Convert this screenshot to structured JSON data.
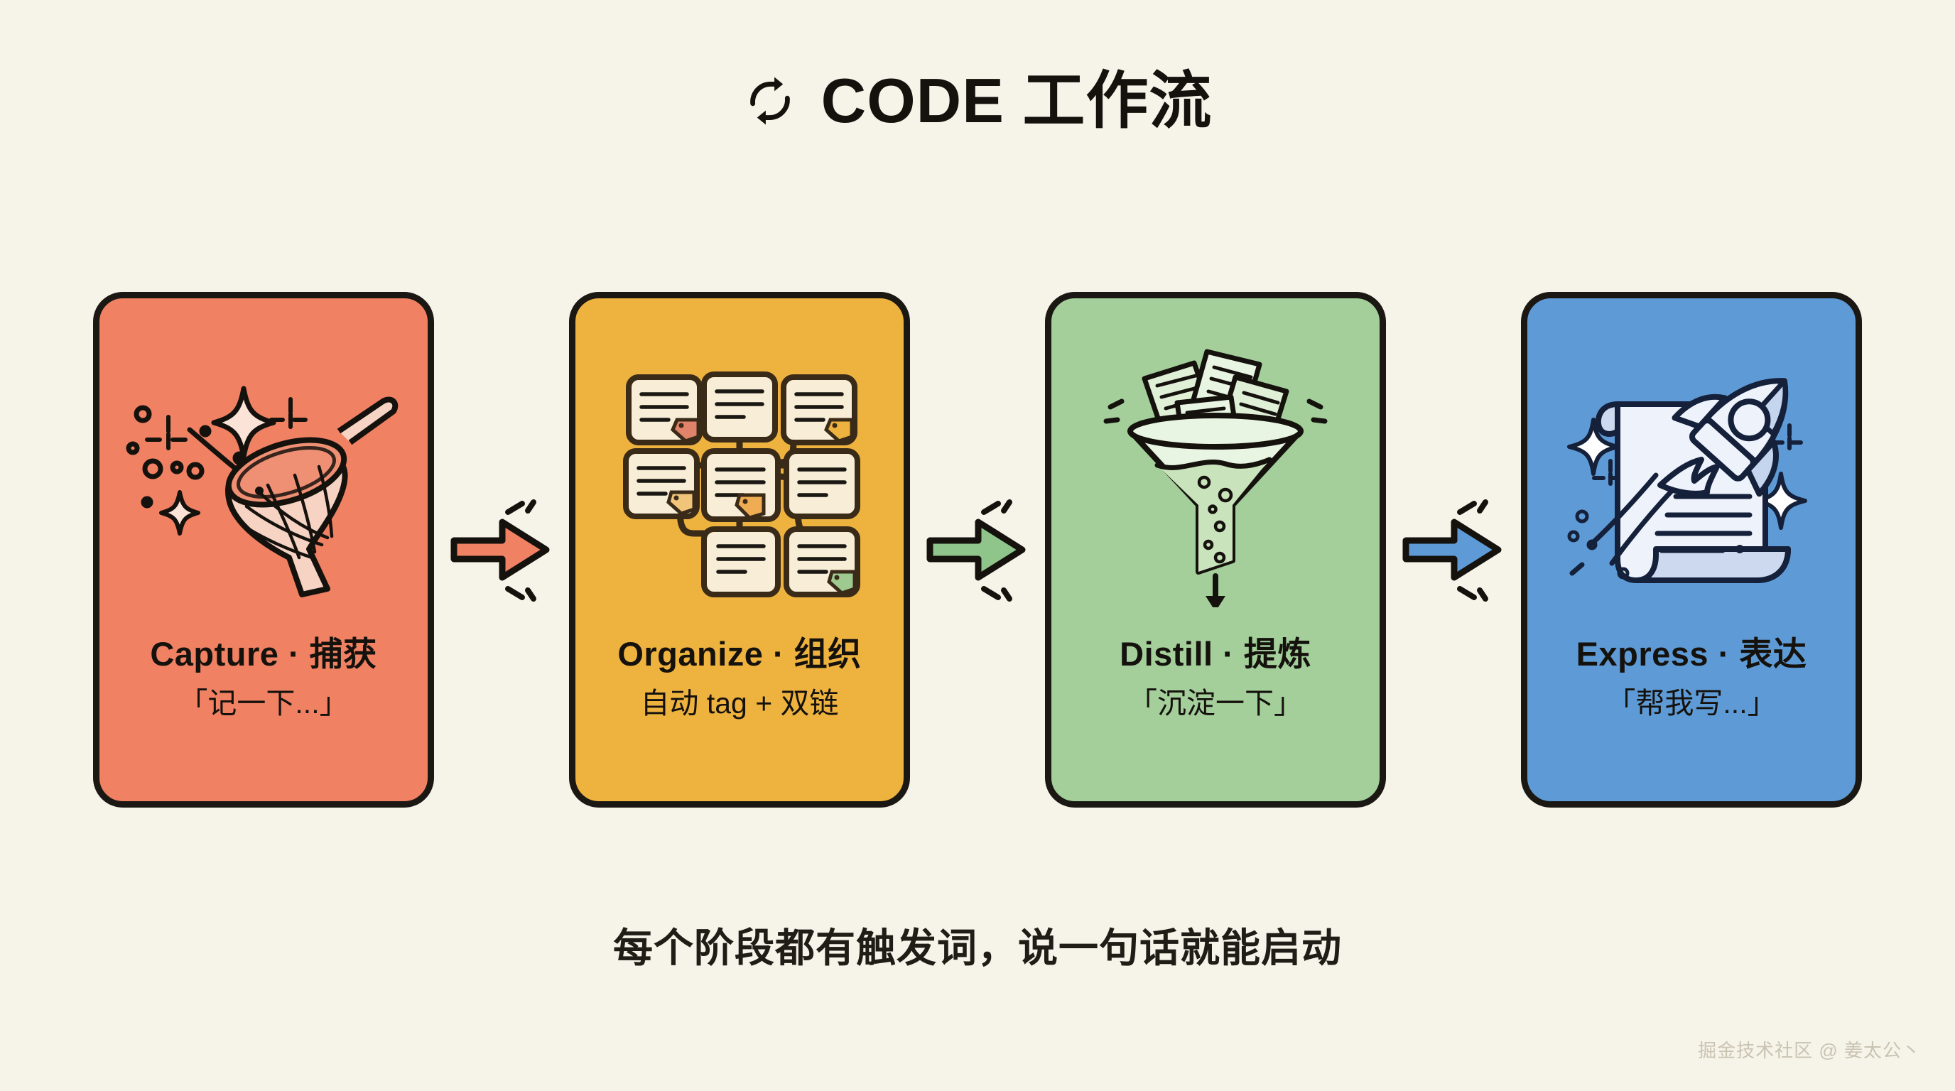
{
  "background_color": "#f6f3e9",
  "header": {
    "icon": "refresh-cycle-icon",
    "title": "CODE 工作流"
  },
  "stages": [
    {
      "id": "capture",
      "title": "Capture · 捕获",
      "subtitle": "「记一下...」",
      "color": "#f08163",
      "icon": "butterfly-net-sparkles-icon"
    },
    {
      "id": "organize",
      "title": "Organize · 组织",
      "subtitle": "自动 tag + 双链",
      "color": "#eeb23f",
      "icon": "linked-notes-network-icon"
    },
    {
      "id": "distill",
      "title": "Distill · 提炼",
      "subtitle": "「沉淀一下」",
      "color": "#a4cf9b",
      "icon": "funnel-diamond-icon"
    },
    {
      "id": "express",
      "title": "Express · 表达",
      "subtitle": "「帮我写...」",
      "color": "#5e9bd6",
      "icon": "rocket-scroll-icon"
    }
  ],
  "arrows": [
    {
      "id": "arrow-capture-to-organize",
      "color": "#f08163",
      "icon": "arrow-right-icon"
    },
    {
      "id": "arrow-organize-to-distill",
      "color": "#8fc58a",
      "icon": "arrow-right-icon"
    },
    {
      "id": "arrow-distill-to-express",
      "color": "#5e9bd6",
      "icon": "arrow-right-icon"
    }
  ],
  "caption": "每个阶段都有触发词，说一句话就能启动",
  "watermark": "掘金技术社区 @ 姜太公丶"
}
